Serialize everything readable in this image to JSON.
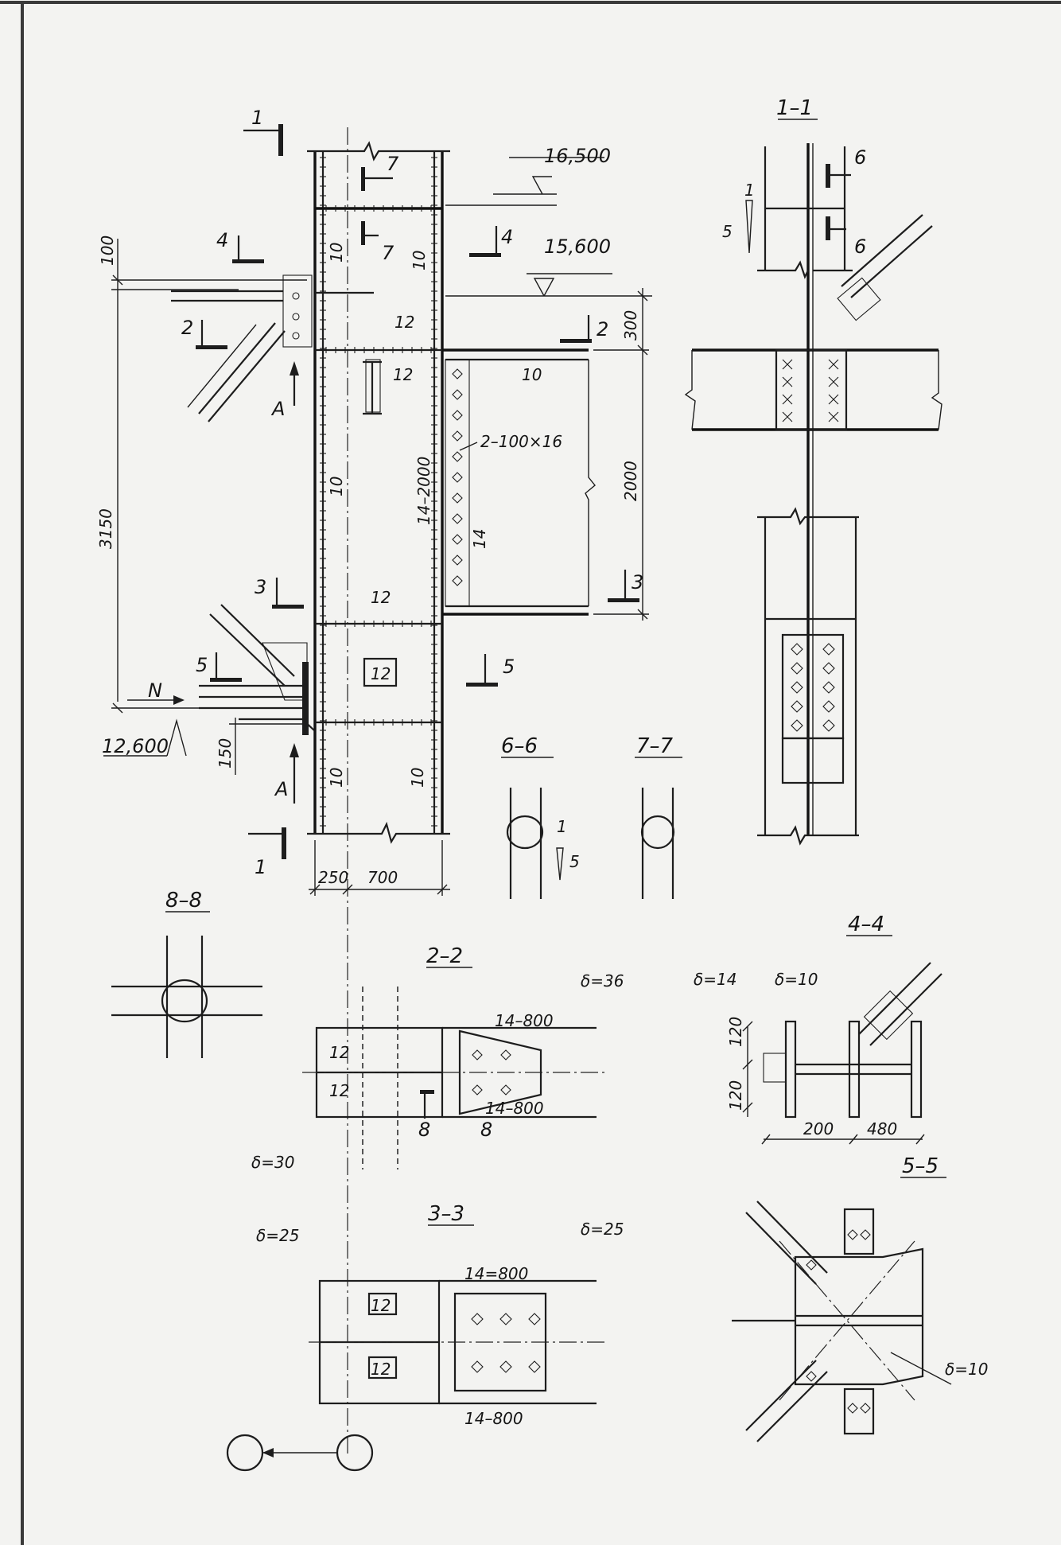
{
  "sections": {
    "s11": "1–1",
    "s22": "2–2",
    "s33": "3–3",
    "s44": "4–4",
    "s55": "5–5",
    "s66": "6–6",
    "s77": "7–7",
    "s88": "8–8"
  },
  "levels": {
    "top": "16,500",
    "middle": "15,600",
    "bottom": "12,600"
  },
  "dimensions": {
    "d100": "100",
    "d300": "300",
    "d2000": "2000",
    "d3150": "3150",
    "d150": "150",
    "d250": "250",
    "d700": "700",
    "d120a": "120",
    "d120b": "120",
    "d200": "200",
    "d480": "480"
  },
  "plates": {
    "pair": "2–100×16",
    "web": "14–2000",
    "p800a": "14–800",
    "p800b": "14–800",
    "p800c": "14=800",
    "p800d": "14–800"
  },
  "thickness": {
    "t36": "δ=36",
    "t30": "δ=30",
    "t25a": "δ=25",
    "t25b": "δ=25",
    "t14": "δ=14",
    "t10a": "δ=10",
    "t10b": "δ=10"
  },
  "welds": {
    "w10a": "10",
    "w10b": "10",
    "w12a": "12",
    "w12b": "12",
    "w10c": "10",
    "w10d": "10",
    "w12c": "12",
    "w12box": "12",
    "w10e": "10",
    "w10f": "10",
    "w14": "14",
    "w12d": "12",
    "w12e": "12",
    "w12f": "12",
    "w12g": "12"
  },
  "cuts": {
    "c1a": "1",
    "c1b": "1",
    "c2a": "2",
    "c2b": "2",
    "c3a": "3",
    "c3b": "3",
    "c4a": "4",
    "c4b": "4",
    "c5a": "5",
    "c5b": "5",
    "c7a": "7",
    "c7b": "7",
    "c6a": "6",
    "c6b": "6",
    "c8a": "8",
    "c8b": "8"
  },
  "views": {
    "a1": "A",
    "a2": "A",
    "n": "N"
  },
  "slopes": {
    "r1": "1",
    "r5": "5",
    "r1b": "1",
    "r5b": "5"
  }
}
